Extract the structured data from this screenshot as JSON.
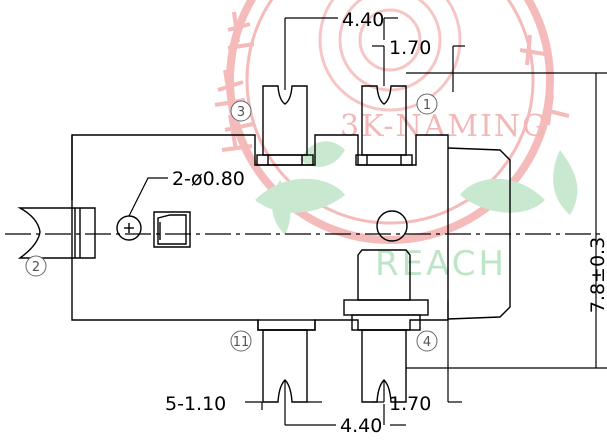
{
  "colors": {
    "line": "#000000",
    "watermark_red": "#f2a8a8",
    "watermark_green": "#b8e0c0"
  },
  "dimensions": {
    "top_pitch": "4.40",
    "top_pin_width": "1.70",
    "hole": "2-ø0.80",
    "height": "7.8±0.3",
    "bottom_pin_width_left": "5-1.10",
    "bottom_pin_width_right": "1.70",
    "bottom_pitch": "4.40"
  },
  "pins": {
    "p1": "1",
    "p2": "2",
    "p3": "3",
    "p4": "4",
    "p11": "11"
  },
  "watermark": {
    "brand": "3K-NAMING",
    "reach": "REACH"
  }
}
